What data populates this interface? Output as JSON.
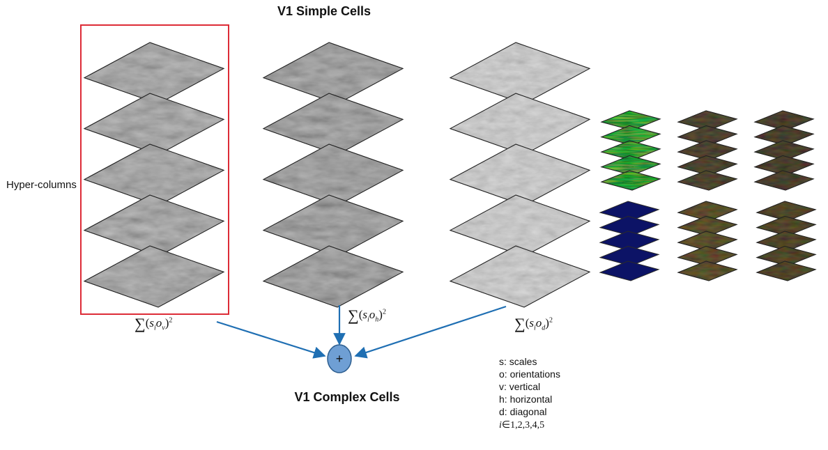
{
  "titles": {
    "simple": "V1 Simple Cells",
    "complex": "V1 Complex Cells"
  },
  "side_label": "Hyper-columns",
  "sum_node": {
    "symbol": "+"
  },
  "formulas": [
    {
      "prefix": "∑",
      "open": "(",
      "s": "s",
      "s_sub": "i",
      "o": "o",
      "o_sub": "v",
      "close": ")",
      "exp": "2"
    },
    {
      "prefix": "∑",
      "open": "(",
      "s": "s",
      "s_sub": "i",
      "o": "o",
      "o_sub": "h",
      "close": ")",
      "exp": "2"
    },
    {
      "prefix": "∑",
      "open": "(",
      "s": "s",
      "s_sub": "i",
      "o": "o",
      "o_sub": "d",
      "close": ")",
      "exp": "2"
    }
  ],
  "legend": {
    "items": [
      "s: scales",
      "o: orientations",
      "v: vertical",
      "h: horizontal",
      "d: diagonal"
    ],
    "index_var": "i",
    "index_rest": "∈1,2,3,4,5"
  },
  "colors": {
    "highlight_box": "#dd2b36",
    "arrow": "#1f6fb3",
    "node_fill": "#6f9fd4",
    "node_stroke": "#2b5d8f",
    "green": "#2f9a2a",
    "navy": "#0c1366",
    "olive": "#3a3612",
    "black_layer": "#141414"
  }
}
